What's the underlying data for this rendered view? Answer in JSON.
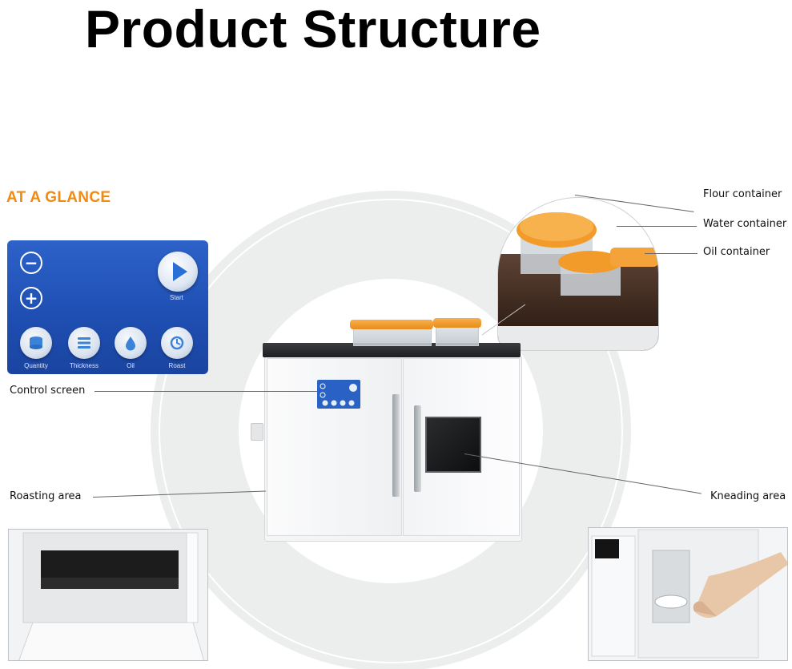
{
  "title": "Product Structure",
  "section_heading": "AT A GLANCE",
  "panel": {
    "minus_symbol": "−",
    "plus_symbol": "+",
    "start_label": "Start",
    "functions": [
      {
        "label": "Quantity",
        "icon": "quantity-icon"
      },
      {
        "label": "Thickness",
        "icon": "thickness-icon"
      },
      {
        "label": "Oil",
        "icon": "oil-drop-icon"
      },
      {
        "label": "Roast",
        "icon": "roast-icon"
      }
    ]
  },
  "callouts": {
    "flour": "Flour container",
    "water": "Water container",
    "oil": "Oil container",
    "control": "Control screen",
    "roasting": "Roasting area",
    "kneading": "Kneading area"
  },
  "colors": {
    "heading_orange": "#f28a12",
    "panel_blue": "#1f4fb3",
    "lid_orange": "#e98b1c",
    "ring_grey": "#eceded"
  }
}
